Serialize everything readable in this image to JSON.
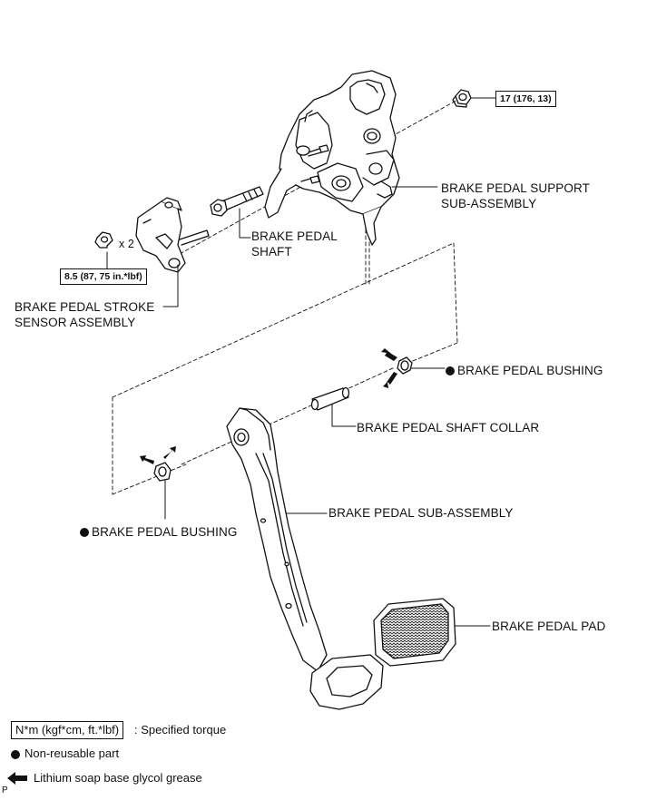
{
  "labels": {
    "torque_top": "17 (176, 13)",
    "support": "BRAKE PEDAL SUPPORT\nSUB-ASSEMBLY",
    "shaft": "BRAKE PEDAL\nSHAFT",
    "qty": "x 2",
    "torque_sensor": "8.5 (87, 75 in.*lbf)",
    "sensor": "BRAKE PEDAL STROKE\nSENSOR ASSEMBLY",
    "bushing_right": "BRAKE PEDAL BUSHING",
    "collar": "BRAKE PEDAL SHAFT COLLAR",
    "sub_assembly": "BRAKE PEDAL SUB-ASSEMBLY",
    "bushing_left": "BRAKE PEDAL BUSHING",
    "pad": "BRAKE PEDAL PAD",
    "corner": "P"
  },
  "legend": {
    "torque_unit": "N*m (kgf*cm, ft.*lbf)",
    "torque_desc": ": Specified torque",
    "nonreusable": "Non-reusable part",
    "grease": "Lithium soap base glycol grease"
  }
}
